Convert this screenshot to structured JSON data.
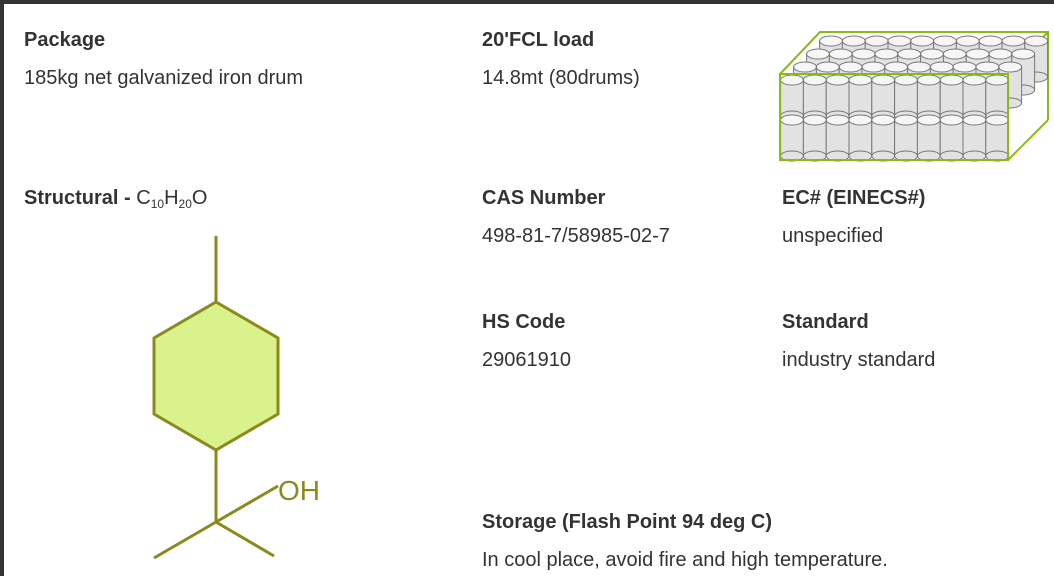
{
  "package": {
    "heading": "Package",
    "value": "185kg net galvanized iron drum"
  },
  "fcl": {
    "heading": "20'FCL load",
    "value": "14.8mt (80drums)"
  },
  "structural": {
    "heading": "Structural -",
    "formula": {
      "c": "C",
      "c_count": "10",
      "h": "H",
      "h_count": "20",
      "o": "O"
    },
    "oh_label": "OH"
  },
  "cas": {
    "heading": "CAS Number",
    "value": "498-81-7/58985-02-7"
  },
  "ec": {
    "heading": "EC# (EINECS#)",
    "value": "unspecified"
  },
  "hs": {
    "heading": "HS Code",
    "value": "29061910"
  },
  "standard": {
    "heading": "Standard",
    "value": "industry standard"
  },
  "storage": {
    "heading": "Storage (Flash Point 94 deg C)",
    "value": "In cool place, avoid fire and high temperature."
  },
  "colors": {
    "accent_green": "#8ab91a",
    "molecule_line": "#8a8a1c",
    "ring_fill": "#d9f28c",
    "text": "#333333",
    "border": "#333333"
  },
  "icons": {
    "drums": "drum-container-icon",
    "molecule": "molecule-structure-icon"
  }
}
